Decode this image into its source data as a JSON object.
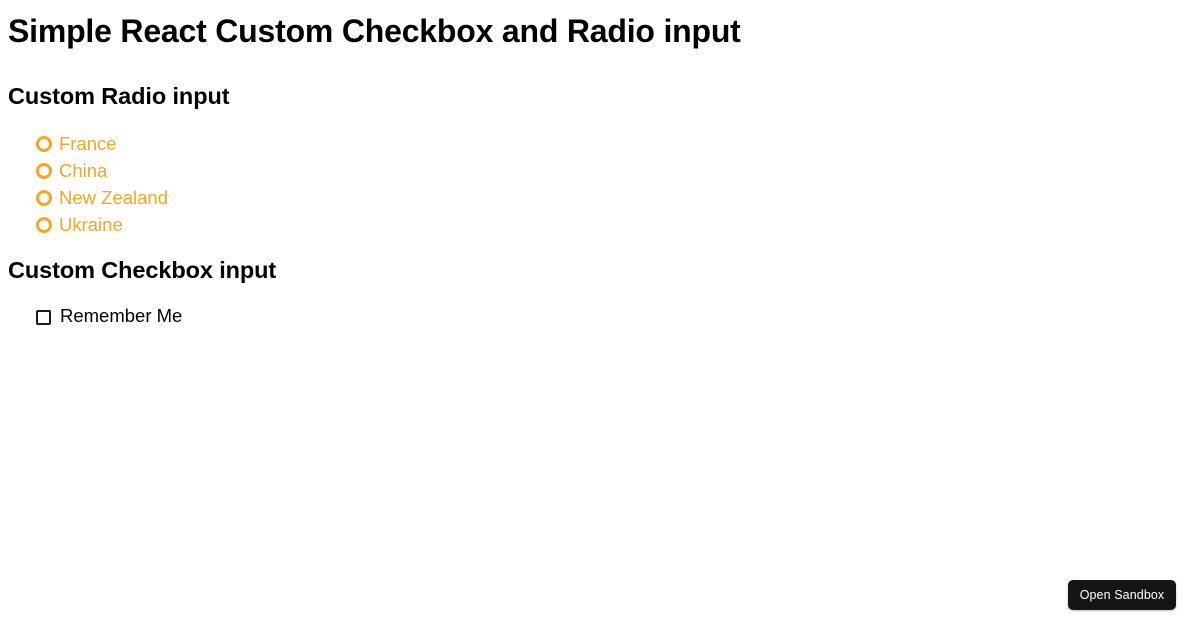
{
  "page": {
    "title": "Simple React Custom Checkbox and Radio input",
    "background_color": "#ffffff",
    "text_color": "#000000"
  },
  "radio_section": {
    "heading": "Custom Radio input",
    "accent_color": "#F5A623",
    "selected_value": "",
    "options": [
      {
        "label": "France",
        "checked": false
      },
      {
        "label": "China",
        "checked": false
      },
      {
        "label": "New Zealand",
        "checked": false
      },
      {
        "label": "Ukraine",
        "checked": false
      }
    ]
  },
  "checkbox_section": {
    "heading": "Custom Checkbox input",
    "border_color": "#1b1b1b",
    "options": [
      {
        "label": "Remember Me",
        "checked": false
      }
    ]
  },
  "open_sandbox": {
    "label": "Open Sandbox",
    "background_color": "#151515",
    "text_color": "#ffffff"
  }
}
